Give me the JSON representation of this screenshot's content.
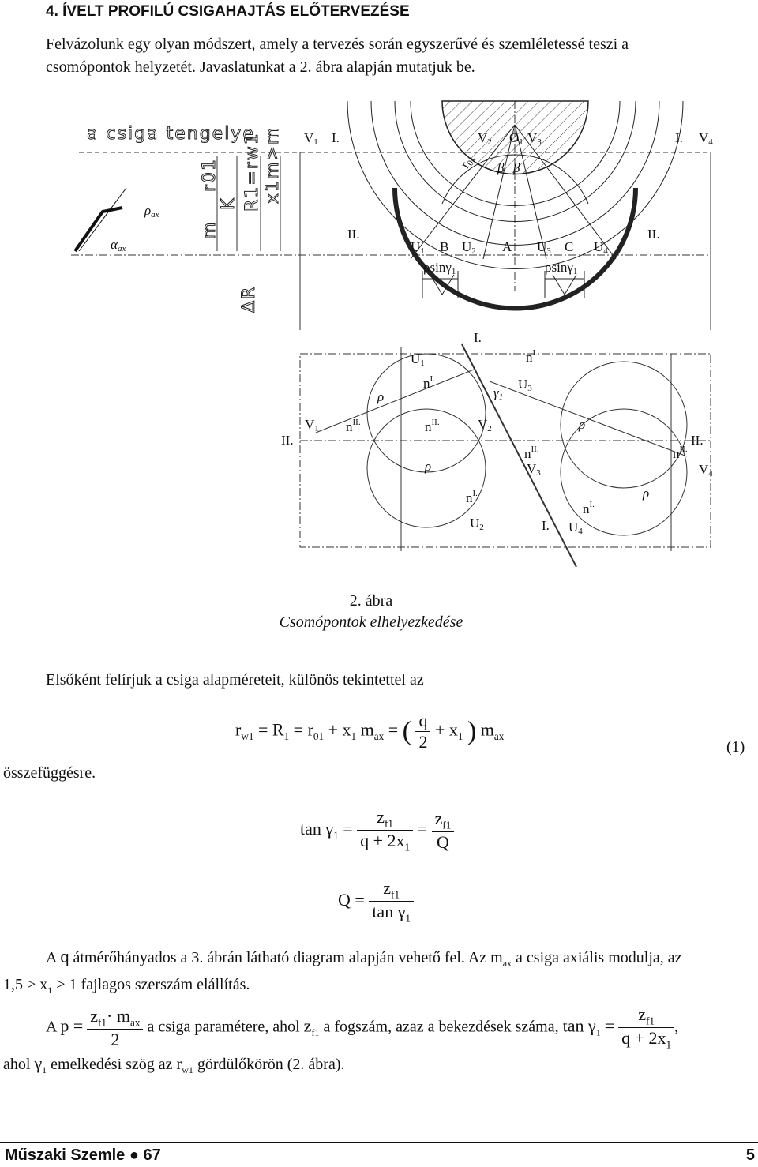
{
  "heading": "4. ÍVELT PROFILÚ CSIGAHAJTÁS ELŐTERVEZÉSE",
  "intro": "Felvázolunk egy olyan módszert, amely a tervezés során egyszerűvé és szemléletessé teszi a csomópontok helyzetét. Javaslatunkat a 2. ábra alapján mutatjuk be.",
  "figure": {
    "handwritten": {
      "axis": "a csiga tengelye",
      "r01": "r01",
      "K": "K",
      "R1": "R1=rw1",
      "x1m": "x1m>m",
      "m": "m",
      "dR": "ΔR"
    },
    "top_labels": {
      "V1": "V",
      "V1s": "1",
      "I_a": "I.",
      "V2": "V",
      "V2s": "2",
      "O1": "O",
      "O1s": "1",
      "V3": "V",
      "V3s": "3",
      "I_b": "I.",
      "V4": "V",
      "V4s": "4",
      "r01": "r",
      "r01s": "01",
      "beta1": "β",
      "beta2": "β",
      "rho_ax": "ρ",
      "rho_ax_s": "ax",
      "alpha_ax": "α",
      "alpha_ax_s": "ax",
      "II_a": "II.",
      "II_b": "II.",
      "U1": "U",
      "U1s": "1",
      "B": "B",
      "U2": "U",
      "U2s": "2",
      "A": "A",
      "U3": "U",
      "U3s": "3",
      "C": "C",
      "U4": "U",
      "U4s": "4",
      "rhosin1": "ρsinγ",
      "rhosin1s": "1",
      "rhosin2": "ρsinγ",
      "rhosin2s": "1"
    },
    "bottom_labels": {
      "I_top": "I.",
      "U1": "U",
      "U1s": "1",
      "nI_a": "n",
      "nI_as": "I.",
      "nI_b": "n",
      "nI_bs": "I.",
      "U3": "U",
      "U3s": "3",
      "gamma1": "γ",
      "gamma1s": "1",
      "rho_a": "ρ",
      "rho_b": "ρ",
      "II_left": "II.",
      "V1": "V",
      "V1s": "1",
      "nII_a": "n",
      "nII_as": "II.",
      "nII_b": "n",
      "nII_bs": "II.",
      "V2": "V",
      "V2s": "2",
      "rho_c": "ρ",
      "nII_c": "n",
      "nII_cs": "II.",
      "V3": "V",
      "V3s": "3",
      "nII_d": "n",
      "nII_ds": "II.",
      "II_right": "II.",
      "V4": "V",
      "V4s": "4",
      "rho_d": "ρ",
      "nI_c": "n",
      "nI_cs": "I.",
      "U2": "U",
      "U2s": "2",
      "I_bottom": "I.",
      "nI_d": "n",
      "nI_ds": "I.",
      "U4": "U",
      "U4s": "4"
    }
  },
  "caption": {
    "number": "2. ábra",
    "title": "Csomópontok elhelyezkedése"
  },
  "text1": "Elsőként felírjuk a csiga alapméreteit, különös tekintettel az",
  "text1b": "összefüggésre.",
  "eq_number": "(1)",
  "eq1": {
    "r": "r",
    "rs": "w1",
    "eq": "=",
    "R": "R",
    "Rs": "1",
    "r0": "r",
    "r0s": "01",
    "plus": "+",
    "x": "x",
    "xs": "1",
    "m": "m",
    "ms": "ax",
    "q": "q",
    "two": "2"
  },
  "eq2": {
    "tan": "tan γ",
    "tans": "1",
    "z": "z",
    "zs": "f1",
    "den1": "q + 2x",
    "den1s": "1",
    "Q": "Q"
  },
  "eq3": {
    "Q": "Q",
    "z": "z",
    "zs": "f1",
    "den": "tan γ",
    "dens": "1"
  },
  "text2a": "A",
  "text2q": "q",
  "text2b": "átmérőhányados a 3. ábrán látható diagram alapján vehető fel. Az m",
  "text2bs": "ax",
  "text2c": "a csiga axiális modulja, az",
  "text3a": "1,5 > x",
  "text3as": "1",
  "text3b": "> 1 fajlagos szerszám elállítás.",
  "text4": {
    "A": "A",
    "p": "p =",
    "num": "z",
    "nums": "f1",
    "numm": "· m",
    "numms": "ax",
    "den": "2",
    "mid": "a csiga paramétere, ahol",
    "z": "z",
    "zs": "f1",
    "mid2": "a fogszám, azaz a bekezdések száma,",
    "tan": "tan γ",
    "tans": "1",
    "eq": "=",
    "tnum": "z",
    "tnums": "f1",
    "tden": "q + 2x",
    "tdens": "1",
    "comma": ","
  },
  "text5a": "ahol",
  "text5g": "γ",
  "text5gs": "1",
  "text5b": "emelkedési szög az r",
  "text5bs": "w1",
  "text5c": "gördülőkörön (2. ábra).",
  "footer": {
    "journal": "Műszaki Szemle",
    "issue": "67",
    "page": "5"
  }
}
